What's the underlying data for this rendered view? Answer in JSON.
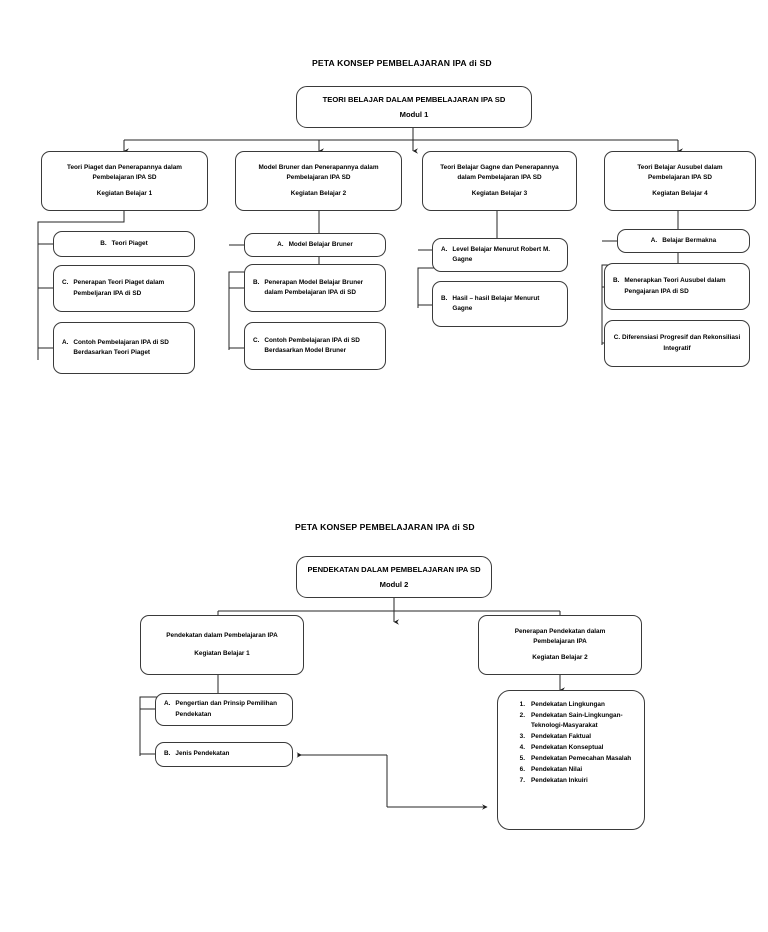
{
  "document": {
    "background_color": "#ffffff",
    "line_color": "#262626",
    "node_border_color": "#3a3a3a",
    "text_color": "#000000"
  },
  "map1": {
    "title": "PETA KONSEP PEMBELAJARAN IPA di SD",
    "root": {
      "line1": "TEORI BELAJAR DALAM PEMBELAJARAN IPA SD",
      "line2": "Modul 1"
    },
    "branches": [
      {
        "line1": "Teori Piaget dan Penerapannya dalam",
        "line2": "Pembelajaran IPA SD",
        "line3": "Kegiatan Belajar 1",
        "children": [
          {
            "marker": "B.",
            "text": "Teori Piaget"
          },
          {
            "marker": "C.",
            "text": "Penerapan Teori Piaget dalam Pembeljaran IPA di SD"
          },
          {
            "marker": "A.",
            "text": "Contoh Pembelajaran IPA di SD Berdasarkan Teori Piaget"
          }
        ]
      },
      {
        "line1": "Model Bruner dan Penerapannya dalam",
        "line2": "Pembelajaran IPA SD",
        "line3": "Kegiatan Belajar 2",
        "children": [
          {
            "marker": "A.",
            "text": "Model Belajar Bruner"
          },
          {
            "marker": "B.",
            "text": "Penerapan Model Belajar Bruner dalam Pembelajaran IPA di SD"
          },
          {
            "marker": "C.",
            "text": "Contoh Pembelajaran IPA di SD Berdasarkan Model Bruner"
          }
        ]
      },
      {
        "line1": "Teori Belajar Gagne dan Penerapannya",
        "line2": "dalam Pembelajaran IPA SD",
        "line3": "Kegiatan Belajar 3",
        "children": [
          {
            "marker": "A.",
            "text": "Level Belajar Menurut Robert M. Gagne"
          },
          {
            "marker": "B.",
            "text": "Hasil – hasil Belajar Menurut Gagne"
          }
        ]
      },
      {
        "line1": "Teori Belajar Ausubel dalam",
        "line2": "Pembelajaran IPA SD",
        "line3": "Kegiatan Belajar 4",
        "children": [
          {
            "marker": "A.",
            "text": "Belajar Bermakna"
          },
          {
            "marker": "B.",
            "text": "Menerapkan Teori Ausubel dalam Pengajaran IPA di SD"
          },
          {
            "marker": "C.",
            "text": "Diferensiasi Progresif dan Rekonsiliasi Integratif"
          }
        ]
      }
    ]
  },
  "map2": {
    "title": "PETA KONSEP PEMBELAJARAN IPA di SD",
    "root": {
      "line1": "PENDEKATAN DALAM PEMBELAJARAN IPA SD",
      "line2": "Modul 2"
    },
    "branch_left": {
      "line1": "Pendekatan dalam Pembelajaran IPA",
      "line2": "Kegiatan Belajar 1",
      "children": [
        {
          "marker": "A.",
          "text": "Pengertian dan Prinsip Pemilihan Pendekatan"
        },
        {
          "marker": "B.",
          "text": "Jenis Pendekatan"
        }
      ]
    },
    "branch_right": {
      "line1": "Penerapan Pendekatan dalam",
      "line2": "Pembelajaran IPA",
      "line3": "Kegiatan Belajar 2",
      "list": [
        {
          "num": "1.",
          "text": "Pendekatan Lingkungan"
        },
        {
          "num": "2.",
          "text": "Pendekatan Sain-Lingkungan-Teknologi-Masyarakat"
        },
        {
          "num": "3.",
          "text": "Pendekatan Faktual"
        },
        {
          "num": "4.",
          "text": "Pendekatan Konseptual"
        },
        {
          "num": "5.",
          "text": "Pendekatan Pemecahan Masalah"
        },
        {
          "num": "6.",
          "text": "Pendekatan Nilai"
        },
        {
          "num": "7.",
          "text": "Pendekatan Inkuiri"
        }
      ]
    }
  }
}
